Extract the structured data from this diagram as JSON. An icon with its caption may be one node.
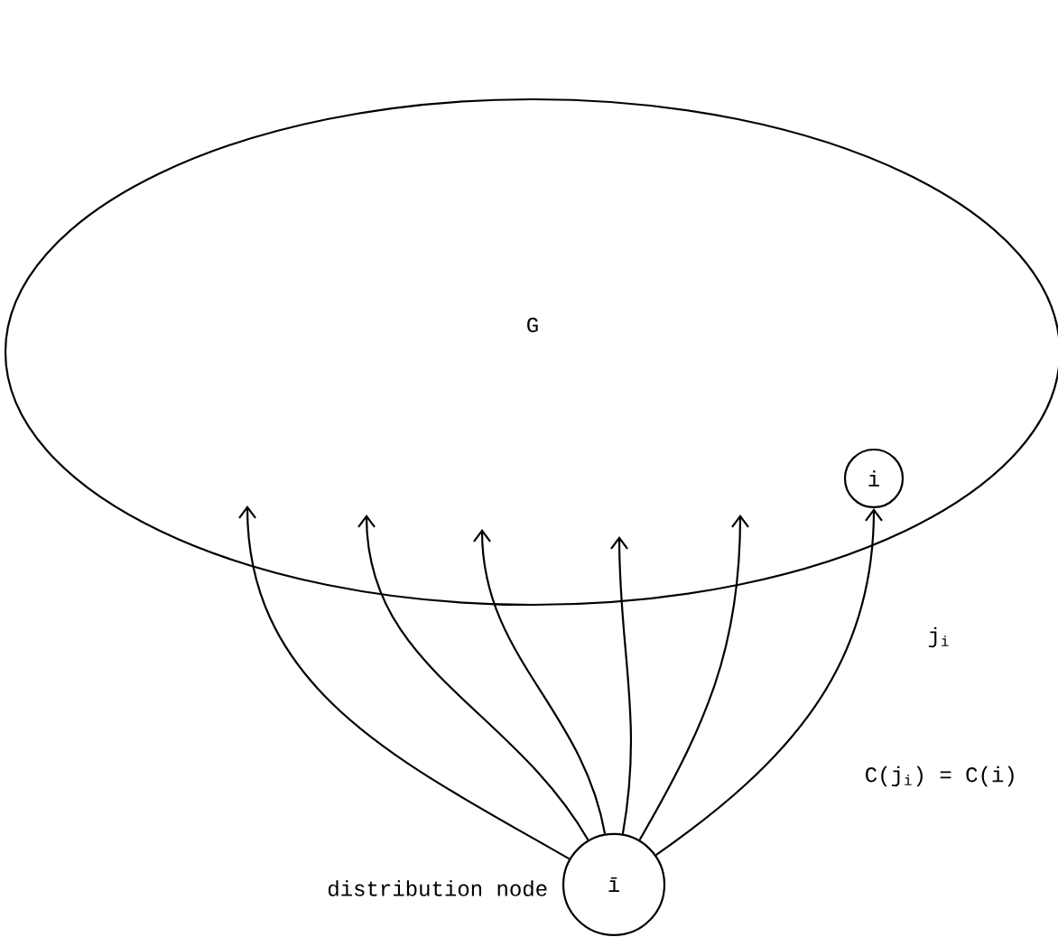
{
  "diagram": {
    "nodes": [
      {
        "text": [
          "G"
        ]
      },
      {
        "text": [
          "i"
        ],
        "in": 0
      },
      {
        "text": [
          "ī"
        ],
        "beside": [
          "distribution node"
        ]
      }
    ],
    "edges": [
      {
        "from": 2,
        "to": 0,
        "arrow": "to"
      },
      {
        "from": 2,
        "to": 0,
        "arrow": "to"
      },
      {
        "from": 2,
        "to": 0,
        "arrow": "to"
      },
      {
        "from": 2,
        "to": 0,
        "arrow": "to"
      },
      {
        "from": 2,
        "to": 0,
        "arrow": "to"
      },
      {
        "from": 2,
        "to": 1,
        "arrow": "to",
        "label": "j$_{i}$"
      }
    ],
    "labels": [
      "C(j$_{i}$) = C(i)"
    ]
  }
}
